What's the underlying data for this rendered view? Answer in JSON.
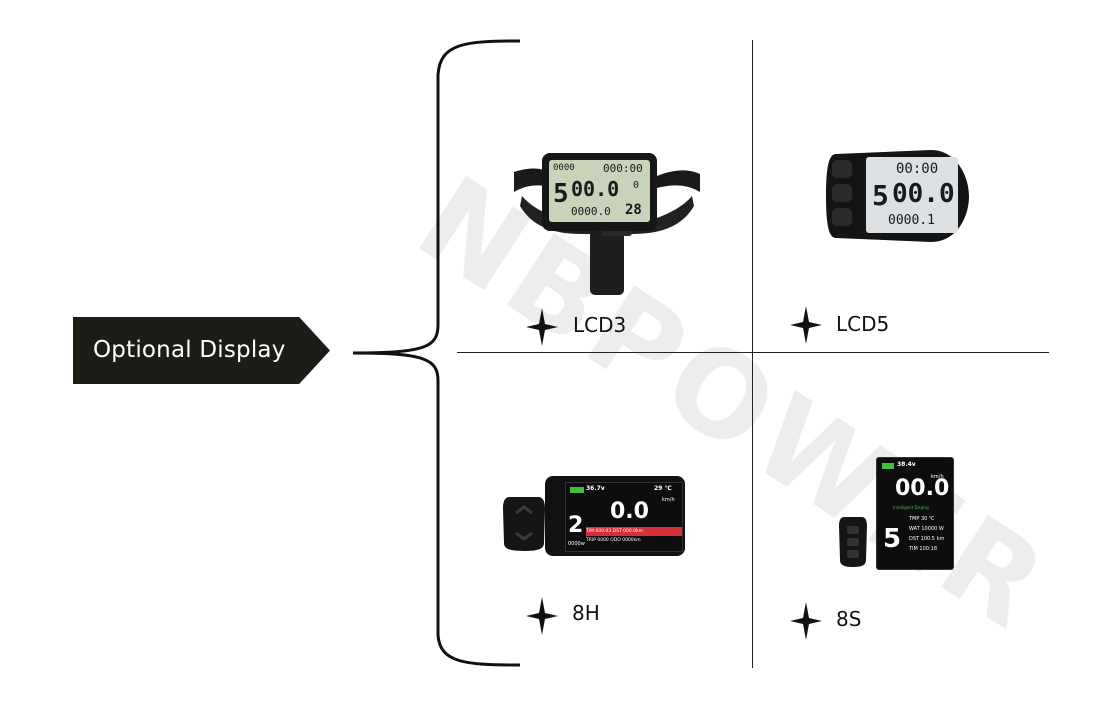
{
  "tag": {
    "label": "Optional Display"
  },
  "watermark": "NBPOWER",
  "items": [
    {
      "name": "LCD3"
    },
    {
      "name": "LCD5"
    },
    {
      "name": "8H"
    },
    {
      "name": "8S"
    }
  ],
  "lcd3": {
    "top_left": "0000",
    "time": "000:00",
    "speed": "00.0",
    "level": "5",
    "odo": "0000.0",
    "temp": "28",
    "right_num": "0"
  },
  "lcd5": {
    "time": "00:00",
    "level": "5",
    "speed": "00.0",
    "odo": "0000.1"
  },
  "h8": {
    "voltage": "36.7v",
    "temp": "29 ℃",
    "unit": "km/h",
    "level": "2",
    "speed": "0.0",
    "row1": "TIM 000:03  DST 000.0km",
    "row2": "TRIP 0000  ODO 0000km",
    "bottom_left": "0000w"
  },
  "s8": {
    "voltage": "38.4v",
    "unit": "km/h",
    "speed": "00.0",
    "caption": "Intelligent Display",
    "level": "5",
    "r1": "TMP   30 ℃",
    "r2": "WAT 10000 W",
    "r3": "DST 100.5 km",
    "r4": "TIM 100:18"
  },
  "colors": {
    "tag_bg": "#1d1c17",
    "lcd_green": "#c9d3b9",
    "screen_dark": "#0d0d0f",
    "accent_red": "#d6303a",
    "accent_green": "#3fbf3f"
  }
}
